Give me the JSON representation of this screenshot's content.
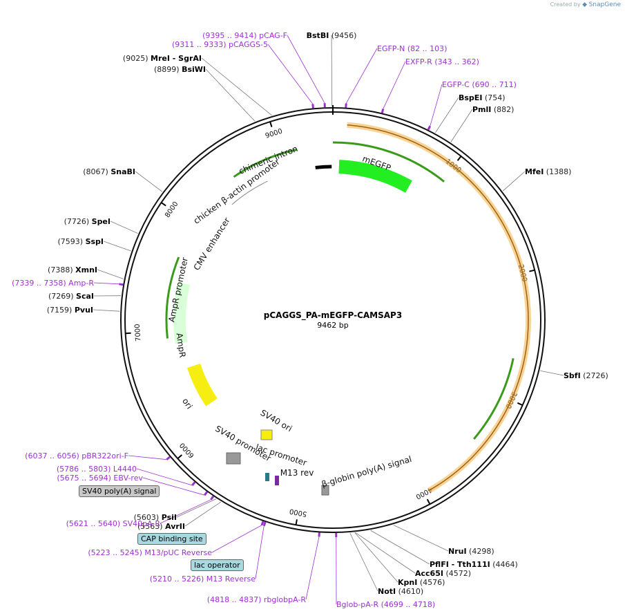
{
  "credit": {
    "prefix": "Created by",
    "brand": "SnapGene"
  },
  "plasmid": {
    "name": "pCAGGS_PA-mEGFP-CAMSAP3",
    "length_label": "9462 bp",
    "length": 9462
  },
  "ticks": [
    "1000",
    "2000",
    "3000",
    "4000",
    "5000",
    "6000",
    "7000",
    "8000",
    "9000"
  ],
  "restriction_sites": [
    {
      "name": "BstBI",
      "pos": "(9456)"
    },
    {
      "name": "MreI",
      "pos": "(9025)",
      "extra": "SgrAI"
    },
    {
      "name": "BsiWI",
      "pos": "(8899)"
    },
    {
      "name": "BspEI",
      "pos": "(754)"
    },
    {
      "name": "PmlI",
      "pos": "(882)"
    },
    {
      "name": "MfeI",
      "pos": "(1388)"
    },
    {
      "name": "SnaBI",
      "pos": "(8067)"
    },
    {
      "name": "SpeI",
      "pos": "(7726)"
    },
    {
      "name": "SspI",
      "pos": "(7593)"
    },
    {
      "name": "XmnI",
      "pos": "(7388)"
    },
    {
      "name": "ScaI",
      "pos": "(7269)"
    },
    {
      "name": "PvuI",
      "pos": "(7159)"
    },
    {
      "name": "SbfI",
      "pos": "(2726)"
    },
    {
      "name": "NruI",
      "pos": "(4298)"
    },
    {
      "name": "PflFI",
      "pos": "(4464)",
      "extra": "Tth111I"
    },
    {
      "name": "Acc65I",
      "pos": "(4572)"
    },
    {
      "name": "KpnI",
      "pos": "(4576)"
    },
    {
      "name": "NotI",
      "pos": "(4610)"
    },
    {
      "name": "PsiI",
      "pos": "(5603)"
    },
    {
      "name": "AvrII",
      "pos": "(5563)"
    }
  ],
  "primers": [
    {
      "name": "pCAG-F",
      "range": "(9395 .. 9414)"
    },
    {
      "name": "pCAGGS-5",
      "range": "(9311 .. 9333)"
    },
    {
      "name": "EGFP-N",
      "range": "(82 .. 103)"
    },
    {
      "name": "EXFP-R",
      "range": "(343 .. 362)"
    },
    {
      "name": "EGFP-C",
      "range": "(690 .. 711)"
    },
    {
      "name": "Amp-R",
      "range": "(7339 .. 7358)"
    },
    {
      "name": "pBR322ori-F",
      "range": "(6037 .. 6056)"
    },
    {
      "name": "L4440",
      "range": "(5786 .. 5803)"
    },
    {
      "name": "EBV-rev",
      "range": "(5675 .. 5694)"
    },
    {
      "name": "SV40pA-R",
      "range": "(5621 .. 5640)"
    },
    {
      "name": "M13/pUC Reverse",
      "range": "(5223 .. 5245)"
    },
    {
      "name": "M13 Reverse",
      "range": "(5210 .. 5226)"
    },
    {
      "name": "rbglobpA-R",
      "range": "(4818 .. 4837)"
    },
    {
      "name": "Bglob-pA-R",
      "range": "(4699 .. 4718)"
    }
  ],
  "features": {
    "mEGFP": "mEGFP",
    "chimeric_intron": "chimeric intron",
    "chicken_actin": "chicken β-actin promoter",
    "cmv": "CMV enhancer",
    "ampr_promoter": "AmpR promoter",
    "ampr": "AmpR",
    "ori": "ori",
    "sv40_ori": "SV40 ori",
    "sv40_promoter": "SV40 promoter",
    "lac_promoter": "lac promoter",
    "m13_rev": "M13 rev",
    "bglobin": "β-globin poly(A) signal"
  },
  "boxed_features": {
    "sv40_polya": "SV40 poly(A) signal",
    "cap_site": "CAP binding site",
    "lac_operator": "lac operator"
  },
  "colors": {
    "backbone": "#111111",
    "primer": "#9b30d0",
    "egfp": "#22ee22",
    "orf_green": "#3a9a1a",
    "orange_halo": "#f0b040",
    "ori": "#f5ee10",
    "ampr": "#d8ffd8",
    "box_grey": "#c8c8c8",
    "box_teal": "#a8d8e0"
  }
}
